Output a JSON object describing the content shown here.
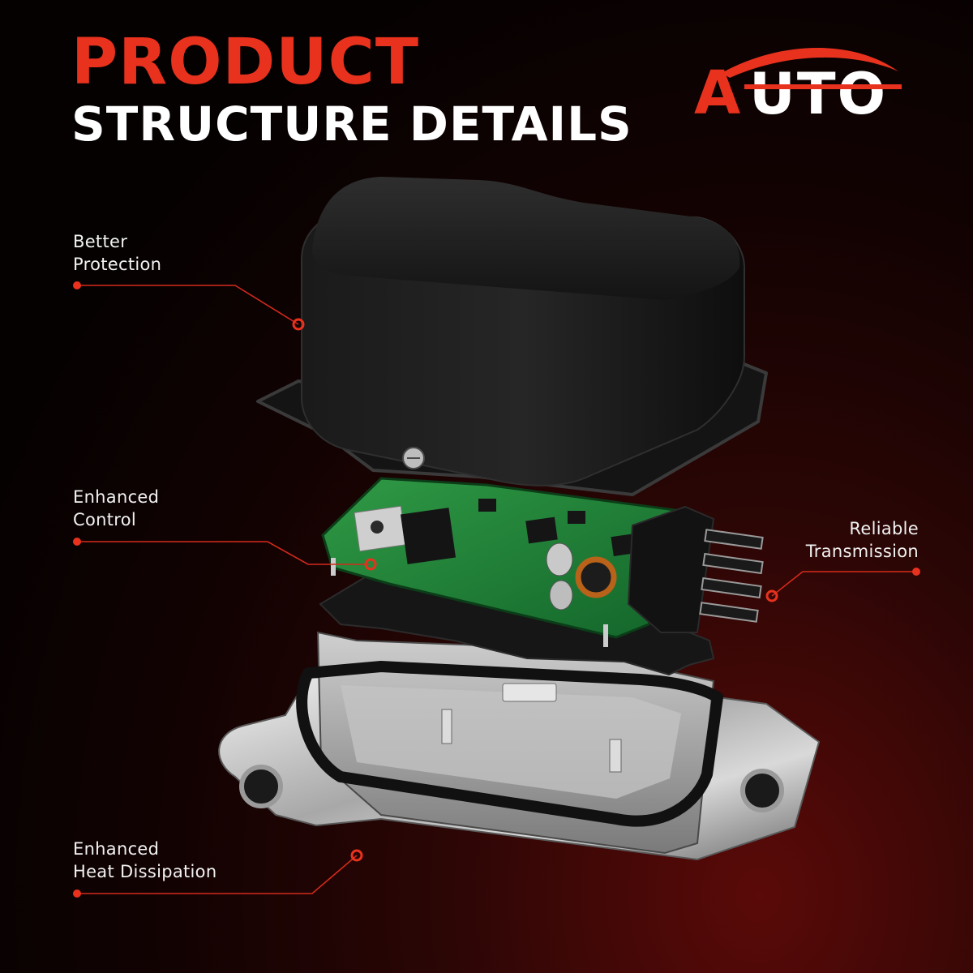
{
  "title": {
    "line1": "PRODUCT",
    "line2": "STRUCTURE DETAILS"
  },
  "brand": {
    "logo_text": "AUTO",
    "accent_color": "#e8321e"
  },
  "callouts": [
    {
      "lines": [
        "Better",
        "Protection"
      ]
    },
    {
      "lines": [
        "Enhanced",
        "Control"
      ]
    },
    {
      "lines": [
        "Reliable",
        "Transmission"
      ]
    },
    {
      "lines": [
        "Enhanced",
        "Heat Dissipation"
      ]
    }
  ],
  "colors": {
    "accent": "#e8321e",
    "background": "#0b0202",
    "text": "#f2f2f2"
  }
}
